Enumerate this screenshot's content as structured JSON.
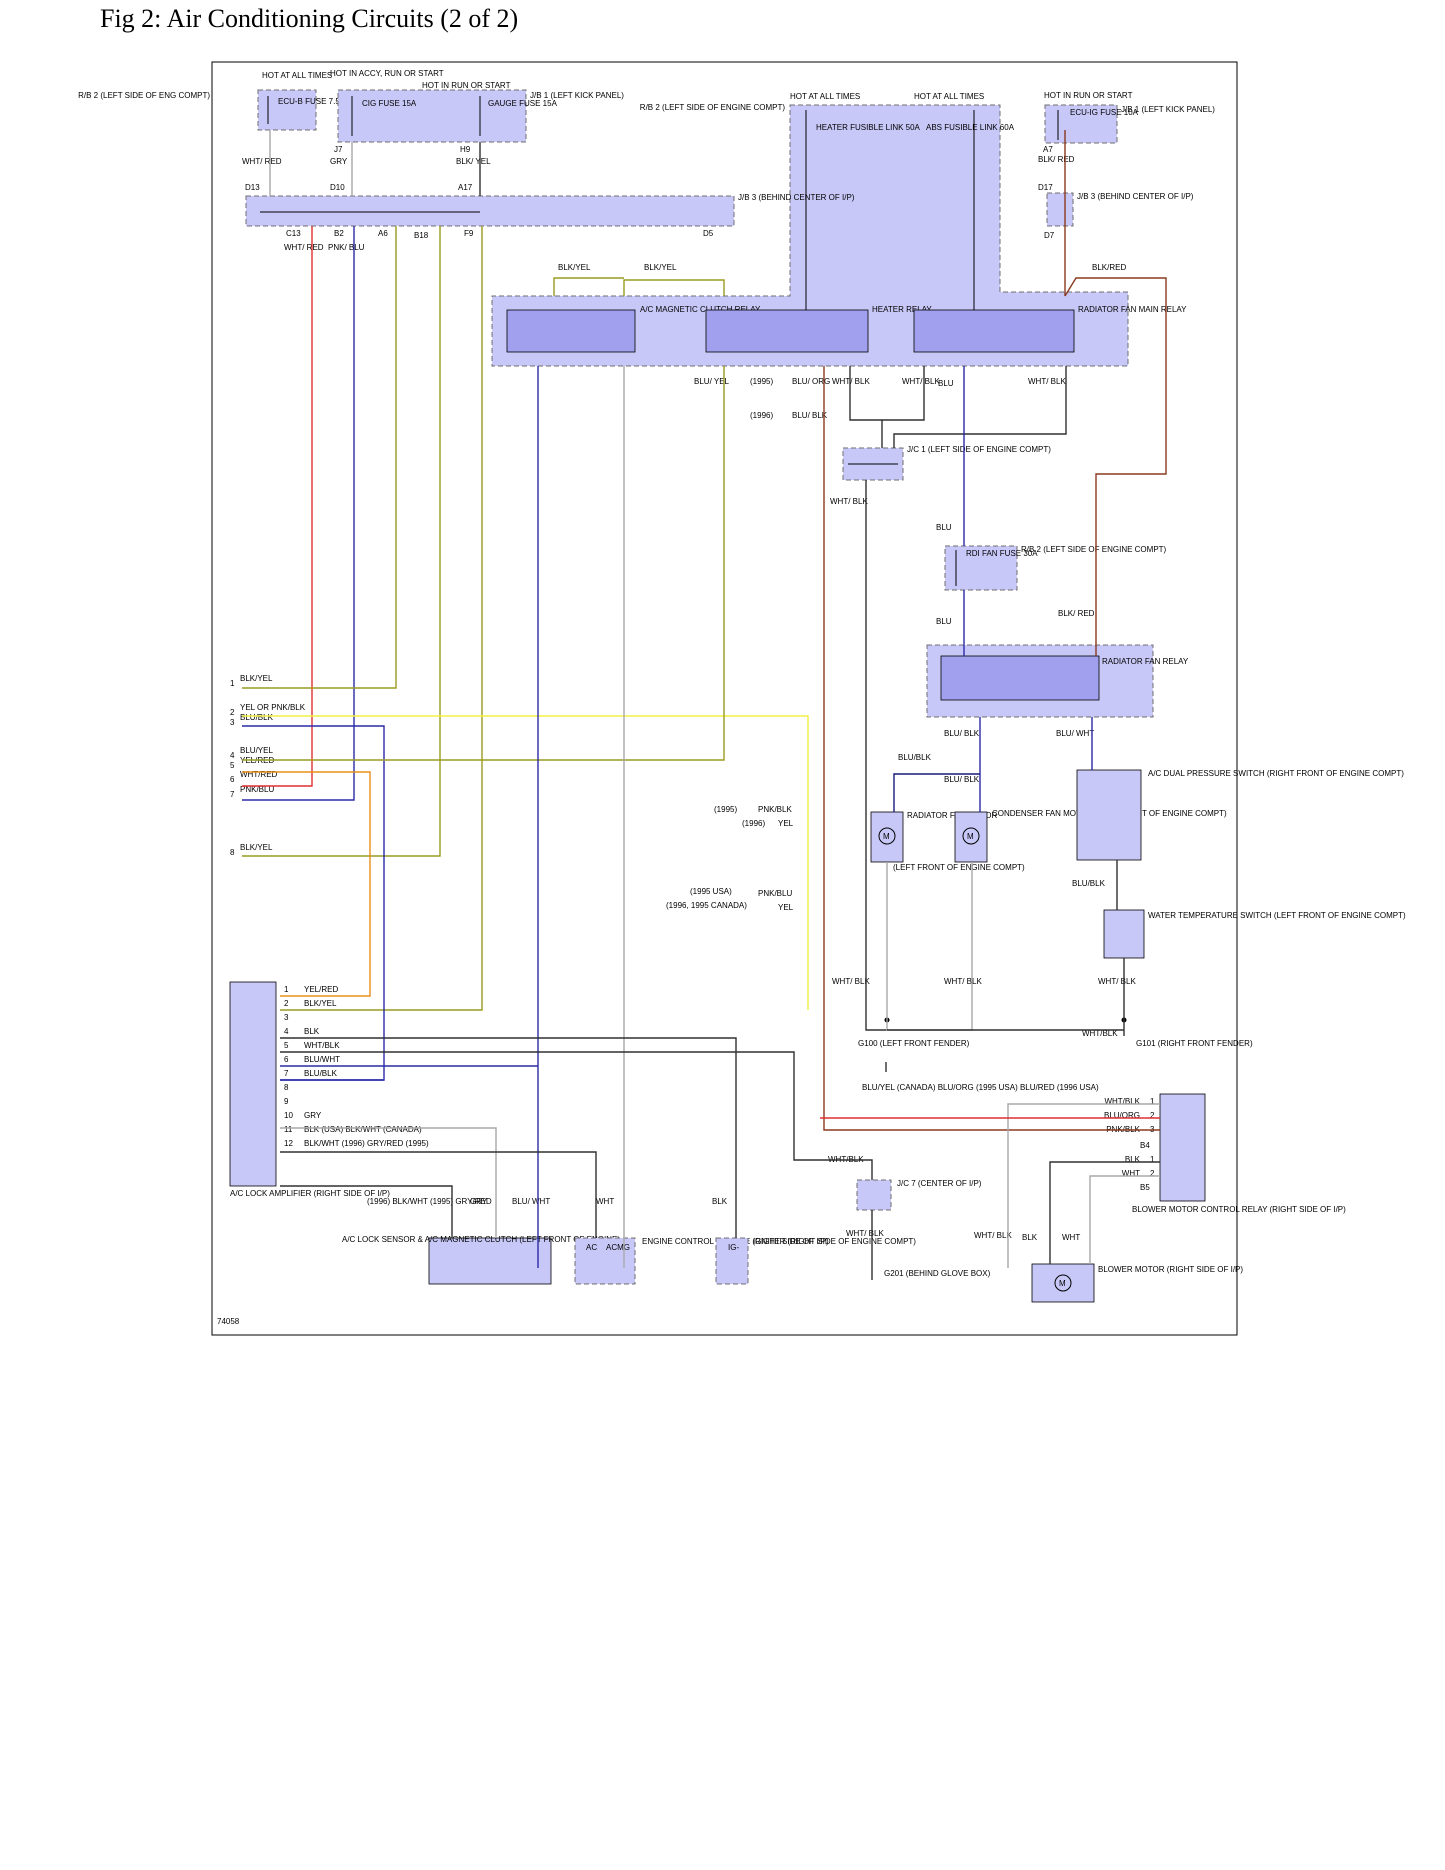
{
  "title": "Fig 2: Air Conditioning Circuits (2 of 2)",
  "figure_number": "74058",
  "colors": {
    "box_fill": "#c8c8f8",
    "relay_fill": "#a0a0ee",
    "wire_red": "#e03030",
    "wire_blue": "#2a2aa8",
    "wire_olive": "#9a9a20",
    "wire_yellow": "#f0f040",
    "wire_orange": "#e8901a",
    "wire_brown": "#8a3a20",
    "wire_dark": "#303030",
    "wire_gray": "#a8a8a8"
  },
  "top_labels": {
    "hot_at_all_times": "HOT AT ALL TIMES",
    "hot_accy": "HOT IN ACCY, RUN OR START",
    "hot_run_start": "HOT IN RUN OR START",
    "hot_all_2": "HOT AT ALL TIMES",
    "hot_all_3": "HOT AT ALL TIMES",
    "hot_run_start_2": "HOT IN RUN OR START"
  },
  "fuses": {
    "rb2_left": {
      "loc": "R/B 2 (LEFT SIDE OF ENG COMPT)",
      "name": "ECU-B FUSE 7.5A"
    },
    "cig": {
      "name": "CIG FUSE 15A"
    },
    "gauge": {
      "name": "GAUGE FUSE 15A"
    },
    "jb1_left": {
      "loc": "J/B 1 (LEFT KICK PANEL)"
    },
    "rb2_mid": {
      "loc": "R/B 2 (LEFT SIDE OF ENGINE COMPT)"
    },
    "heater_link": {
      "name": "HEATER FUSIBLE LINK 50A"
    },
    "abs_link": {
      "name": "ABS FUSIBLE LINK 60A"
    },
    "ecuig": {
      "name": "ECU-IG FUSE 10A"
    },
    "jb1_right": {
      "loc": "J/B 1 (LEFT KICK PANEL)"
    },
    "rdi": {
      "name": "RDI FAN FUSE 30A",
      "loc": "R/B 2 (LEFT SIDE OF ENGINE COMPT)"
    }
  },
  "junctions": {
    "jb3_main": "J/B 3 (BEHIND CENTER OF I/P)",
    "jb3_right": "J/B 3 (BEHIND CENTER OF I/P)",
    "jc1": "J/C 1 (LEFT SIDE OF ENGINE COMPT)",
    "jc7": "J/C 7 (CENTER OF I/P)"
  },
  "connector_ids": {
    "j7": "J7",
    "h9": "H9",
    "d13": "D13",
    "d10": "D10",
    "a17": "A17",
    "c13": "C13",
    "b2": "B2",
    "a6": "A6",
    "b18": "B18",
    "f9": "F9",
    "d5": "D5",
    "a7": "A7",
    "d17": "D17",
    "d7": "D7",
    "b4": "B4",
    "b5": "B5"
  },
  "wire_labels": {
    "wht_red": "WHT/ RED",
    "gry": "GRY",
    "blk_yel": "BLK/ YEL",
    "pnk_blu": "PNK/ BLU",
    "blk_red": "BLK/ RED",
    "blk_red2": "BLK/RED",
    "blkyel_a": "BLK/YEL",
    "blkyel_b": "BLK/YEL",
    "blu_yel": "BLU/ YEL",
    "y1995": "(1995)",
    "y1996": "(1996)",
    "blu_org": "BLU/ ORG",
    "blu_blk": "BLU/ BLK",
    "wht_blk": "WHT/ BLK",
    "blu": "BLU",
    "blu_blk2": "BLU/BLK",
    "blu_wht": "BLU/ WHT",
    "blk_red3": "BLK/ RED",
    "pnkblk_95": "PNK/BLK",
    "yel_96": "YEL",
    "usa95": "(1995 USA)",
    "canada": "(1996, 1995 CANADA)",
    "pnkblu": "PNK/BLU",
    "yel2": "YEL",
    "whtblk_g": "WHT/BLK"
  },
  "relays": {
    "ac_clutch": "A/C MAGNETIC CLUTCH RELAY",
    "heater": "HEATER RELAY",
    "radiator_main": "RADIATOR FAN MAIN RELAY",
    "radiator_fan": "RADIATOR FAN RELAY"
  },
  "components": {
    "radiator_fan_motor": "RADIATOR FAN MOTOR",
    "radiator_loc": "(LEFT FRONT OF ENGINE COMPT)",
    "condenser_fan_motor": "CONDENSER FAN MOTOR (LEFT FRONT OF ENGINE COMPT)",
    "dual_pressure": "A/C DUAL PRESSURE SWITCH (RIGHT FRONT OF ENGINE COMPT)",
    "water_temp": "WATER TEMPERATURE SWITCH (LEFT FRONT OF ENGINE COMPT)",
    "g100": "G100 (LEFT FRONT FENDER)",
    "g101": "G101 (RIGHT FRONT FENDER)",
    "g201": "G201 (BEHIND GLOVE BOX)",
    "ac_amp": "A/C LOCK AMPLIFIER (RIGHT SIDE OF I/P)",
    "lock_sensor": "A/C LOCK SENSOR & A/C MAGNETIC CLUTCH (LEFT FRONT OF ENGINE)",
    "ecm": "ENGINE CONTROL MODULE (RIGHT SIDE OF I/P)",
    "igniter": "IGNITER (RIGHT SIDE OF ENGINE COMPT)",
    "blower_relay": "BLOWER MOTOR CONTROL RELAY (RIGHT SIDE OF I/P)",
    "blower_motor": "BLOWER MOTOR (RIGHT SIDE OF I/P)",
    "ac_pin": "AC",
    "acmg_pin": "ACMG",
    "ig_pin": "IG-"
  },
  "left_pins": [
    {
      "n": "1",
      "label": "BLK/YEL"
    },
    {
      "n": "2",
      "label": "YEL OR PNK/BLK"
    },
    {
      "n": "3",
      "label": "BLU/BLK"
    },
    {
      "n": "4",
      "label": "BLU/YEL"
    },
    {
      "n": "5",
      "label": "YEL/RED"
    },
    {
      "n": "6",
      "label": "WHT/RED"
    },
    {
      "n": "7",
      "label": "PNK/BLU"
    },
    {
      "n": "8",
      "label": "BLK/YEL"
    }
  ],
  "amp_pins": [
    {
      "n": "1",
      "label": "YEL/RED"
    },
    {
      "n": "2",
      "label": "BLK/YEL"
    },
    {
      "n": "3",
      "label": ""
    },
    {
      "n": "4",
      "label": "BLK"
    },
    {
      "n": "5",
      "label": "WHT/BLK"
    },
    {
      "n": "6",
      "label": "BLU/WHT"
    },
    {
      "n": "7",
      "label": "BLU/BLK"
    },
    {
      "n": "8",
      "label": ""
    },
    {
      "n": "9",
      "label": ""
    },
    {
      "n": "10",
      "label": "GRY"
    },
    {
      "n": "11",
      "label": "BLK (USA) BLK/WHT (CANADA)"
    },
    {
      "n": "12",
      "label": "BLK/WHT (1996) GRY/RED (1995)"
    }
  ],
  "blower_pins": [
    {
      "n": "1",
      "label": "WHT/BLK"
    },
    {
      "n": "2",
      "label": "BLU/ORG"
    },
    {
      "n": "3",
      "label": "PNK/BLK"
    },
    {
      "n": "1",
      "label": "BLK"
    },
    {
      "n": "2",
      "label": "WHT"
    }
  ],
  "misc": {
    "bluyel_can": "BLU/YEL (CANADA) BLU/ORG (1995 USA) BLU/RED (1996 USA)",
    "sensor_w": "(1996) BLK/WHT (1995) GRY/RED",
    "gry_w": "GRY",
    "bluwht_w": "BLU/ WHT",
    "wht_w": "WHT",
    "blk_w": "BLK",
    "whtblk_jc7": "WHT/BLK",
    "blk_b": "BLK",
    "wht_b": "WHT"
  }
}
